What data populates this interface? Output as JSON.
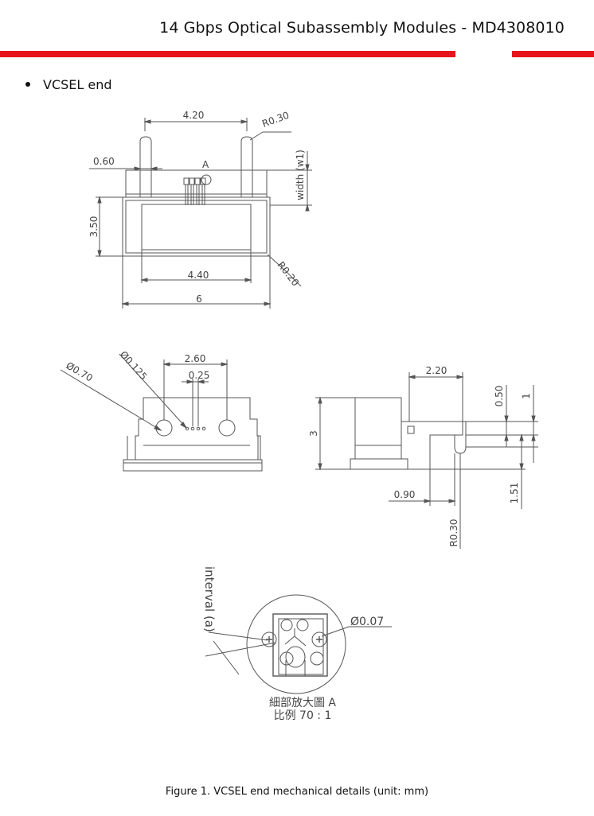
{
  "header": {
    "title": "14 Gbps Optical Subassembly Modules - MD4308010",
    "accent_color": "#e8141b"
  },
  "section": {
    "bullet": "VCSEL end"
  },
  "top_view": {
    "dim_width_top": "4.20",
    "dim_radius_pin": "R0.30",
    "dim_pin_offset": "0.60",
    "detail_label": "A",
    "dim_width_w1": "width (w1)",
    "dim_height": "3.50",
    "dim_window": "4.40",
    "dim_corner_radius": "R0.20",
    "dim_overall": "6"
  },
  "front_view": {
    "dim_large_hole": "Ø0.70",
    "dim_small_hole": "Ø0.125",
    "dim_hole_spacing": "2.60",
    "dim_pitch": "0.25"
  },
  "side_view": {
    "dim_lead_length": "2.20",
    "dim_lead_thickness": "0.50",
    "dim_one": "1",
    "dim_height": "3",
    "dim_offset": "0.90",
    "dim_drop": "1.51",
    "dim_radius": "R0.30"
  },
  "detail_view": {
    "dim_interval": "interval (a)",
    "dim_diameter": "Ø0.07",
    "caption_line1": "細部放大圖 A",
    "caption_line2": "比例 70 : 1"
  },
  "figure": {
    "caption": "Figure 1. VCSEL end mechanical details (unit: mm)"
  }
}
